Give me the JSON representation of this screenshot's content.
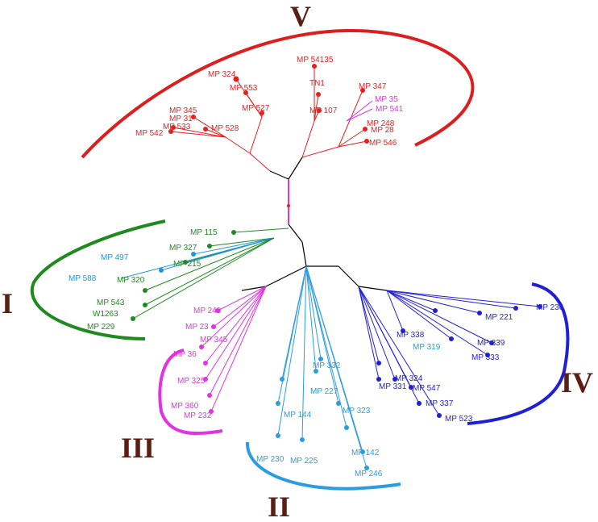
{
  "colors": {
    "V": "#e81e1e",
    "I": "#1f8a1f",
    "I_alt": "#2196e0",
    "III": "#e233e2",
    "II": "#2a9de0",
    "IV": "#1f1fd6",
    "trunk": "#000000",
    "root": "#e233e2",
    "cluster_label": "#5a1e14"
  },
  "clusters": {
    "V": {
      "label": "V"
    },
    "I": {
      "label": "I"
    },
    "III": {
      "label": "III"
    },
    "II": {
      "label": "II"
    },
    "IV": {
      "label": "IV"
    }
  },
  "leaf_labels": {
    "v_1": "MP 324",
    "v_2": "MP 553",
    "v_3": "MP 527",
    "v_4": "MP 345",
    "v_5": "MP 31",
    "v_6": "MP 533",
    "v_7": "MP 528",
    "v_8": "MP 542",
    "v_9": "MP 54135",
    "v_10": "TN1",
    "v_11": "MP 107",
    "v_12": "MP 347",
    "v_13": "MP 35",
    "v_14": "MP 541",
    "v_15": "MP 248",
    "v_16": "MP 28",
    "v_17": "MP 546",
    "i_1": "MP 115",
    "i_2": "MP 327",
    "i_3": "MP 497",
    "i_4": "MP 215",
    "i_5": "MP 320",
    "i_6": "MP 543",
    "i_7": "W1263",
    "i_8": "MP 229",
    "i_9": "MP 588",
    "iii_1": "MP 249",
    "iii_2": "MP 23",
    "iii_3": "MP 345",
    "iii_4": "MP 36",
    "iii_5": "MP 325",
    "iii_6": "MP 360",
    "iii_7": "MP 232",
    "ii_1": "MP 332",
    "ii_2": "MP 227",
    "ii_3": "MP 323",
    "ii_4": "MP 144",
    "ii_5": "MP 230",
    "ii_6": "MP 225",
    "ii_7": "MP 142",
    "ii_8": "MP 246",
    "iv_1": "MP 236",
    "iv_2": "MP 221",
    "iv_3": "MP 338",
    "iv_4": "MP 319",
    "iv_5": "MP 339",
    "iv_6": "MP 333",
    "iv_7": "MP 324",
    "iv_8": "MP 547",
    "iv_9": "MP 337",
    "iv_10": "MP 523",
    "iv_11": "MP 331"
  }
}
